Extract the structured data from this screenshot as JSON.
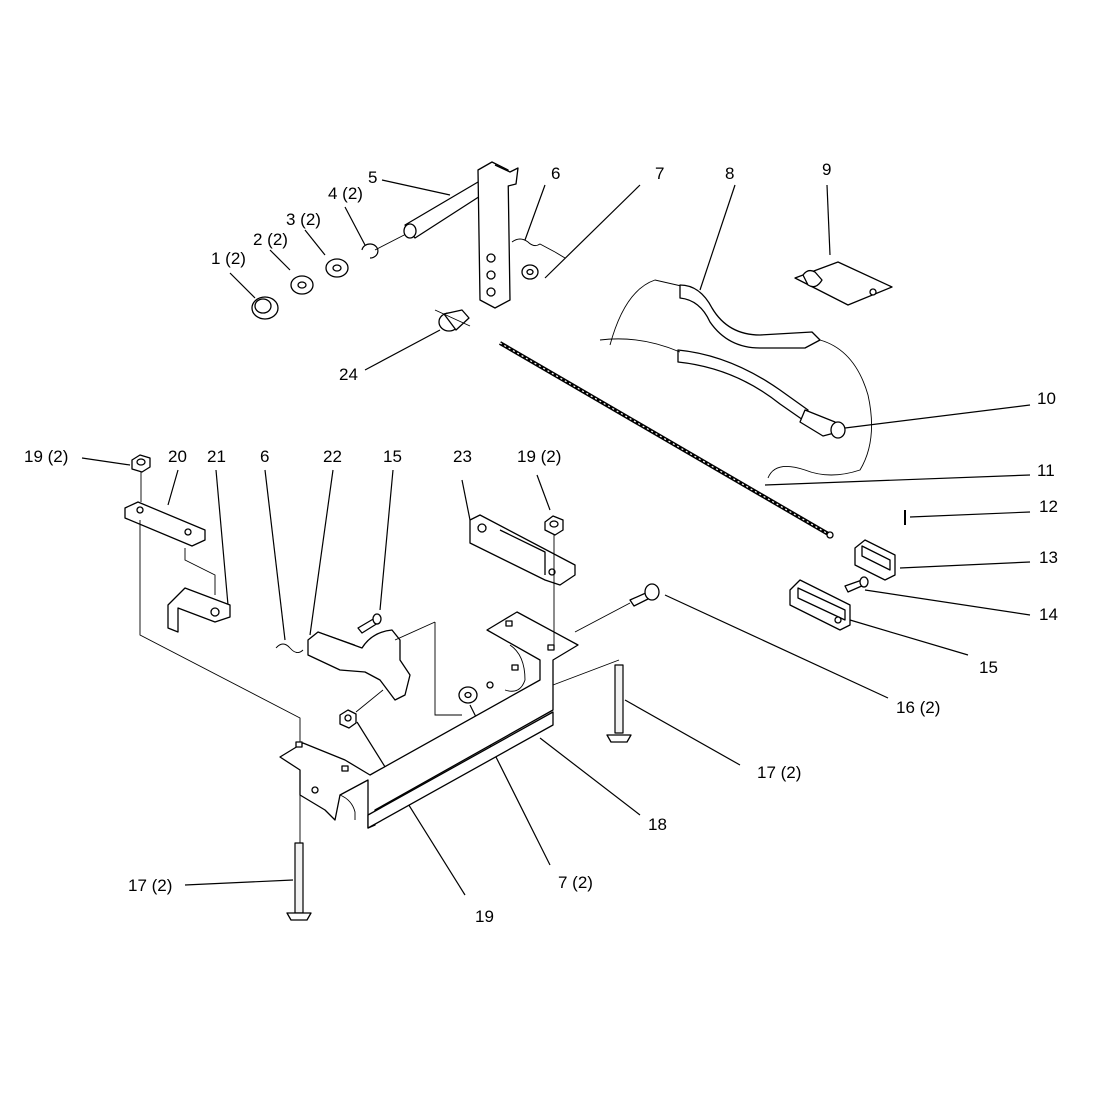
{
  "callouts": {
    "c1": "1 (2)",
    "c2": "2 (2)",
    "c3": "3 (2)",
    "c4": "4 (2)",
    "c5": "5",
    "c6a": "6",
    "c7a": "7",
    "c8": "8",
    "c9": "9",
    "c24": "24",
    "c10": "10",
    "c11": "11",
    "c12": "12",
    "c13": "13",
    "c14": "14",
    "c15a": "15",
    "c19a": "19 (2)",
    "c20": "20",
    "c21": "21",
    "c6b": "6",
    "c22": "22",
    "c15b": "15",
    "c23": "23",
    "c19b": "19 (2)",
    "c16": "16 (2)",
    "c17a": "17 (2)",
    "c18": "18",
    "c7b": "7 (2)",
    "c19c": "19",
    "c17b": "17 (2)"
  }
}
